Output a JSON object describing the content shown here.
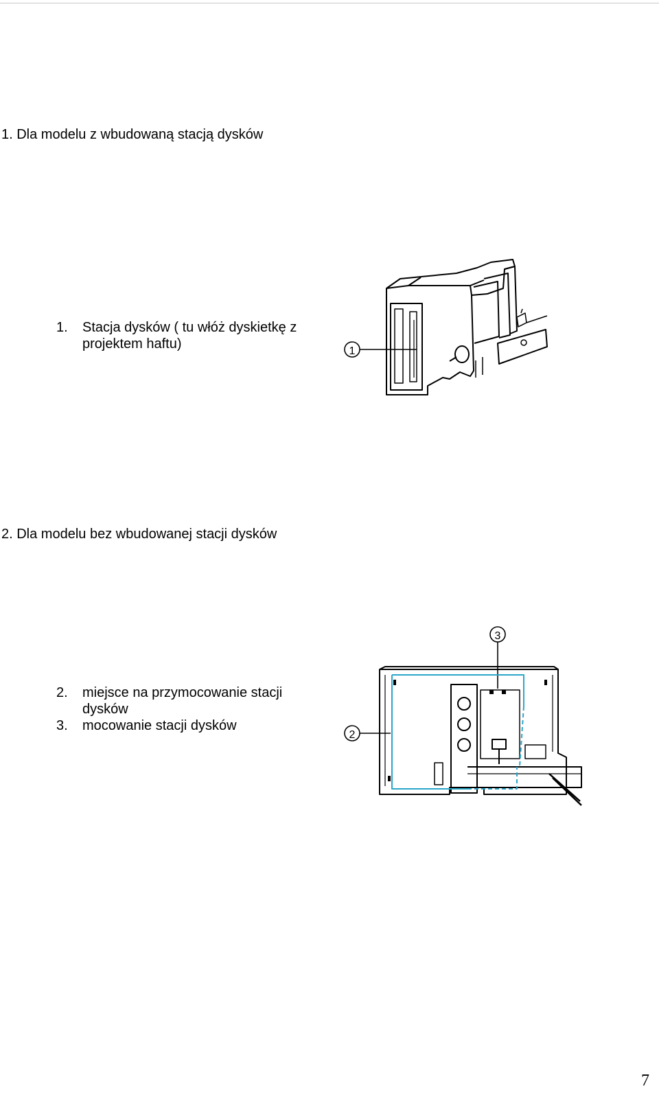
{
  "section1": {
    "heading": "1. Dla modelu z wbudowaną stacją dysków",
    "items": [
      {
        "number": "1.",
        "lines": [
          "Stacja dysków ( tu włóż dyskietkę z",
          "projektem haftu)"
        ]
      }
    ],
    "figure_callouts": [
      "1"
    ]
  },
  "section2": {
    "heading": "2. Dla modelu bez wbudowanej stacji dysków",
    "items": [
      {
        "number": "2.",
        "lines": [
          "miejsce na przymocowanie stacji",
          "dysków"
        ]
      },
      {
        "number": "3.",
        "lines": [
          "mocowanie stacji dysków"
        ]
      }
    ],
    "figure_callouts": [
      "2",
      "3"
    ],
    "highlight_color": "#2aa6c8"
  },
  "page_number": "7"
}
